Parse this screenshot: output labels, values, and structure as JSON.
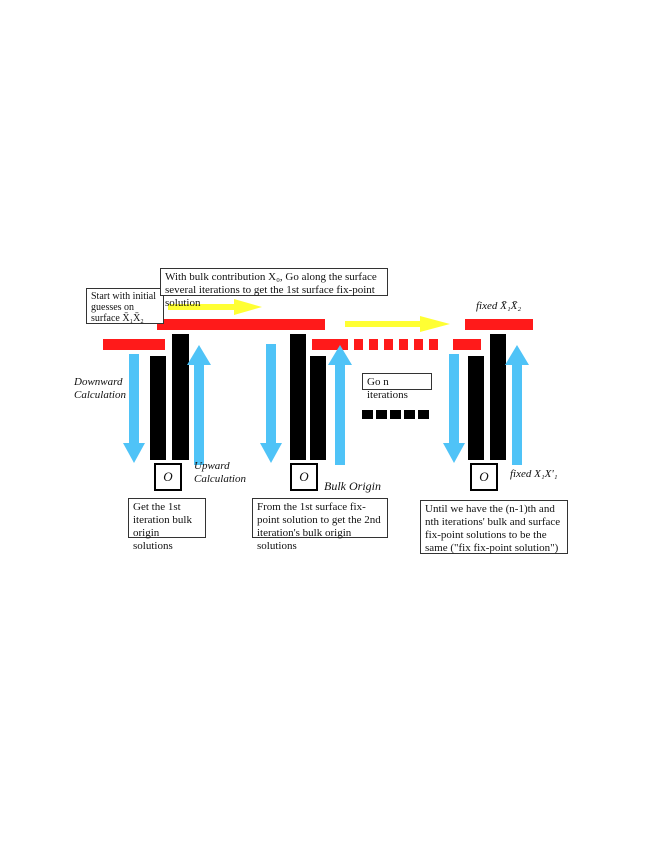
{
  "colors": {
    "surface": "#ff1a1a",
    "bulk": "#000000",
    "arrow_blue": "#4fc3f7",
    "arrow_yellow": "#ffff33"
  },
  "boxes": {
    "start": "Start with initial guesses on surface X̄₁X̄₂",
    "bulk_contribution": "With bulk contribution X₀, Go along the surface several iterations to get the 1st surface fix-point solution",
    "go_n": "Go n iterations",
    "first_iter": "Get the 1st iteration bulk origin solutions",
    "second_iter": "From the 1st surface fix-point solution to get the 2nd iteration's bulk origin solutions",
    "until": "Until we have the (n-1)th and nth iterations' bulk and surface fix-point solutions to be the same (\"fix fix-point solution\")"
  },
  "labels": {
    "downward": "Downward Calculation",
    "upward": "Upward Calculation",
    "bulk_origin": "Bulk Origin",
    "fixed_top": "fixed X̄₁X̄₂",
    "fixed_bottom": "fixed X₁X'₁",
    "origin": "O"
  }
}
